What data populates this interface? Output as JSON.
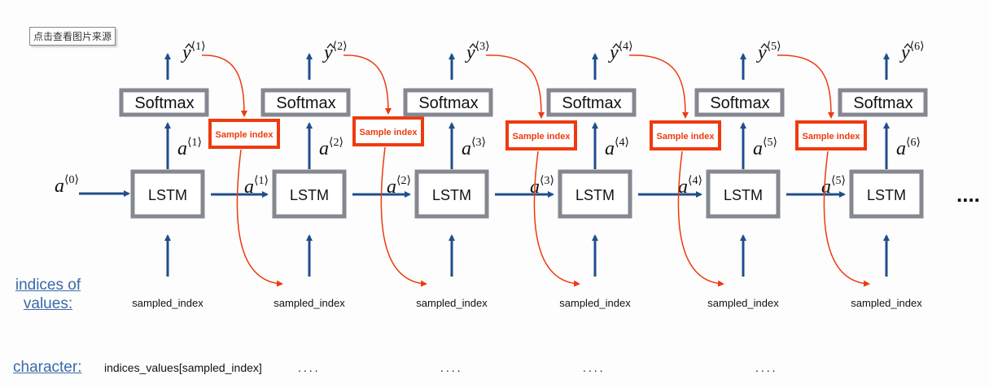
{
  "source_button": "点击查看图片来源",
  "labels": {
    "indices_line1": "indices of",
    "indices_line2": "values:",
    "character": "character:"
  },
  "initial_activation": {
    "base": "a",
    "sup": "⟨0⟩"
  },
  "cells": [
    {
      "lstm": "LSTM",
      "softmax": "Softmax",
      "sample": "Sample index",
      "a_sup": "⟨1⟩",
      "y_sup": "⟨1⟩",
      "sampled": "sampled_index",
      "character": "indices_values[sampled_index]"
    },
    {
      "lstm": "LSTM",
      "softmax": "Softmax",
      "sample": "Sample index",
      "a_sup": "⟨2⟩",
      "y_sup": "⟨2⟩",
      "sampled": "sampled_index",
      "character": "...."
    },
    {
      "lstm": "LSTM",
      "softmax": "Softmax",
      "sample": "Sample index",
      "a_sup": "⟨3⟩",
      "y_sup": "⟨3⟩",
      "sampled": "sampled_index",
      "character": "...."
    },
    {
      "lstm": "LSTM",
      "softmax": "Softmax",
      "sample": "Sample index",
      "a_sup": "⟨4⟩",
      "y_sup": "⟨4⟩",
      "sampled": "sampled_index",
      "character": "...."
    },
    {
      "lstm": "LSTM",
      "softmax": "Softmax",
      "sample": "Sample index",
      "a_sup": "⟨5⟩",
      "y_sup": "⟨5⟩",
      "sampled": "sampled_index",
      "character": "...."
    },
    {
      "lstm": "LSTM",
      "softmax": "Softmax",
      "a_sup": "⟨6⟩",
      "y_sup": "⟨6⟩",
      "sampled": "sampled_index"
    }
  ],
  "continuation": "....",
  "colors": {
    "arrow": "#1f4e8c",
    "box": "#858890",
    "sample": "#ee3a0f",
    "label": "#3b6aa8"
  }
}
